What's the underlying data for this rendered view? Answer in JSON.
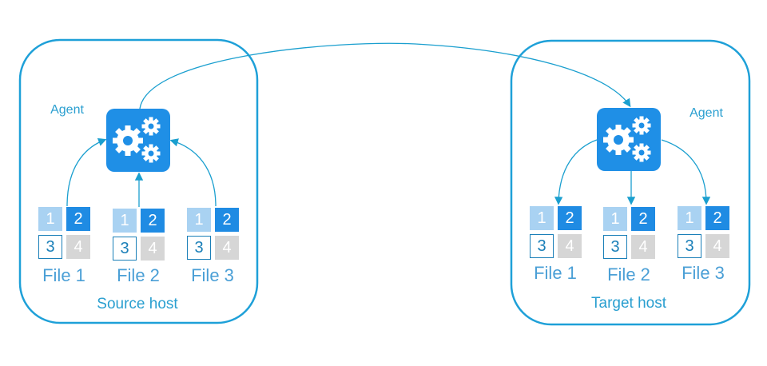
{
  "colors": {
    "border": "#1ea0d8",
    "gear_box": "#1f8fe6",
    "arrow": "#1a9fcf"
  },
  "source": {
    "host_label": "Source host",
    "agent_label": "Agent",
    "files": [
      {
        "name": "File 1",
        "blocks": [
          "1",
          "2",
          "3",
          "4"
        ]
      },
      {
        "name": "File 2",
        "blocks": [
          "1",
          "2",
          "3",
          "4"
        ]
      },
      {
        "name": "File 3",
        "blocks": [
          "1",
          "2",
          "3",
          "4"
        ]
      }
    ]
  },
  "target": {
    "host_label": "Target host",
    "agent_label": "Agent",
    "files": [
      {
        "name": "File 1",
        "blocks": [
          "1",
          "2",
          "3",
          "4"
        ]
      },
      {
        "name": "File 2",
        "blocks": [
          "1",
          "2",
          "3",
          "4"
        ]
      },
      {
        "name": "File 3",
        "blocks": [
          "1",
          "2",
          "3",
          "4"
        ]
      }
    ]
  }
}
